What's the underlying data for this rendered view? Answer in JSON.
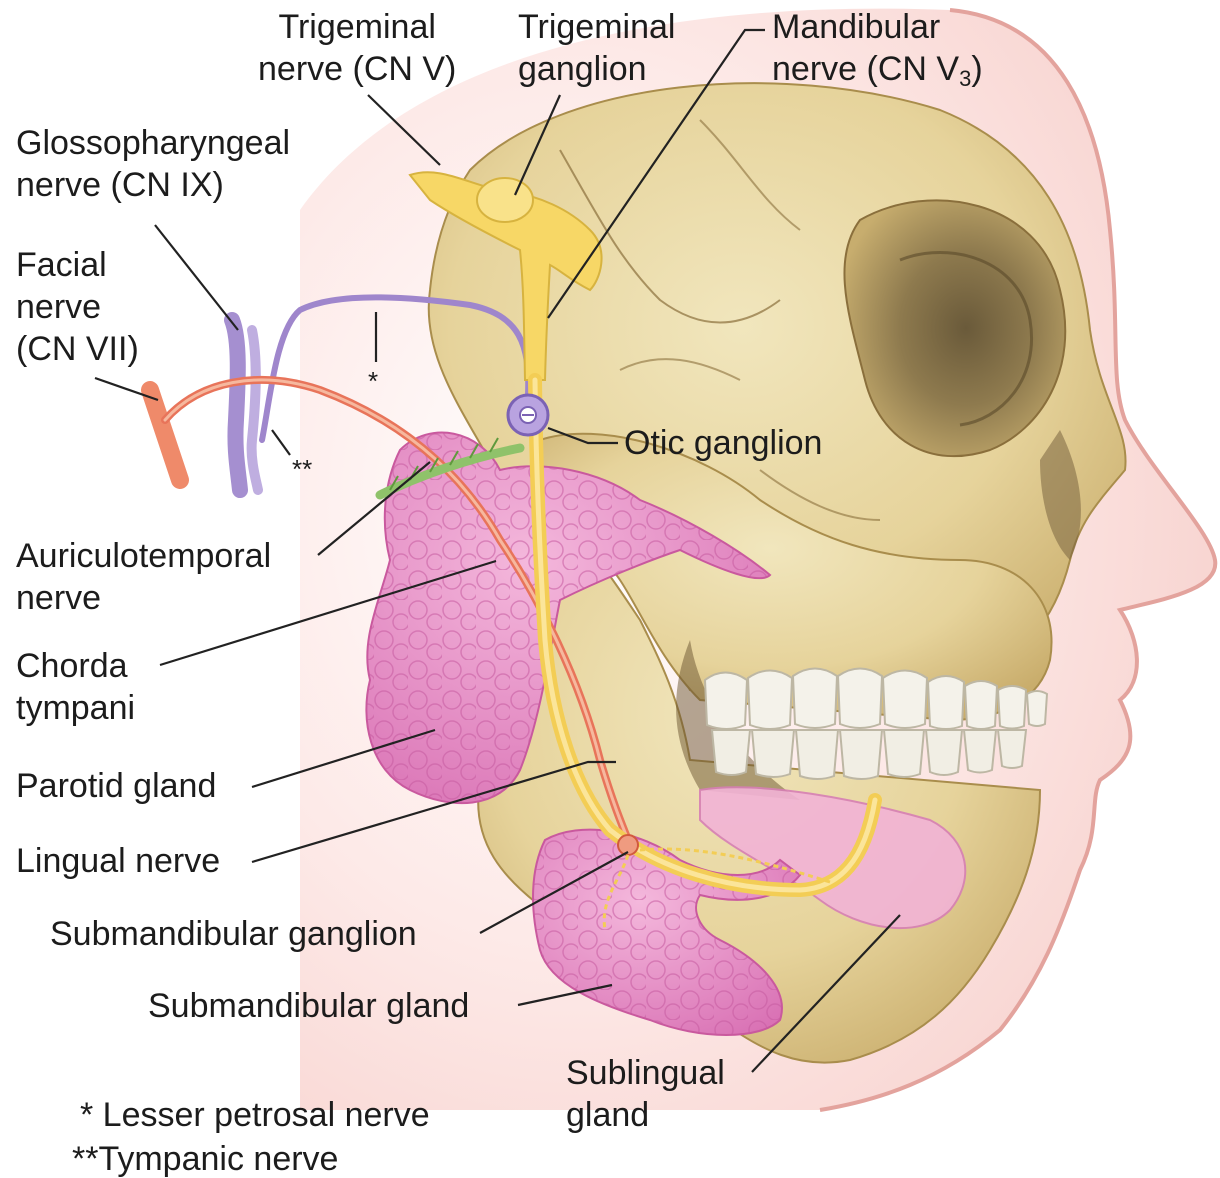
{
  "labels": {
    "trigeminal_nerve": [
      "Trigeminal",
      "nerve (CN V)"
    ],
    "trigeminal_ganglion": [
      "Trigeminal",
      "ganglion"
    ],
    "mandibular_nerve": [
      "Mandibular",
      "nerve (CN V",
      "3",
      ")"
    ],
    "glossopharyngeal_nerve": [
      "Glossopharyngeal",
      "nerve (CN IX)"
    ],
    "facial_nerve": [
      "Facial",
      "nerve",
      "(CN VII)"
    ],
    "lesser_petrosal_marker": "*",
    "tympanic_marker": "**",
    "otic_ganglion": "Otic ganglion",
    "auriculotemporal_nerve": [
      "Auriculotemporal",
      "nerve"
    ],
    "chorda_tympani": [
      "Chorda",
      "tympani"
    ],
    "parotid_gland": "Parotid gland",
    "lingual_nerve": "Lingual nerve",
    "submandibular_ganglion": "Submandibular ganglion",
    "submandibular_gland": "Submandibular gland",
    "sublingual_gland": [
      "Sublingual",
      "gland"
    ]
  },
  "footnotes": {
    "lesser_petrosal": "* Lesser petrosal nerve",
    "tympanic": "**Tympanic nerve"
  },
  "colors": {
    "skin": "#f9d9d6",
    "skin_outline": "#e7a7a2",
    "bone": "#e8d9a4",
    "bone_shadow": "#b89d5a",
    "trigeminal_yellow": "#f7d766",
    "glossopharyngeal_purple": "#a58fd0",
    "facial_red": "#e8745a",
    "gland_pink": "#e892c8",
    "auriculotemporal_green": "#8fc26a",
    "teeth": "#f3f1ea"
  }
}
